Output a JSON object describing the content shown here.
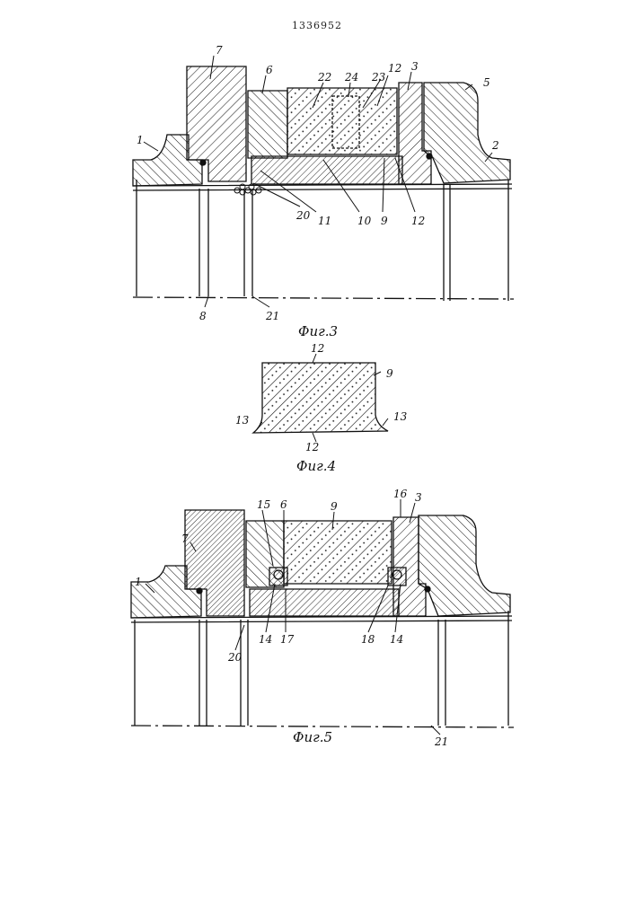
{
  "document_number": "1336952",
  "figures": {
    "fig3": {
      "caption": "Фиг.3",
      "labels": [
        "7",
        "6",
        "22",
        "24",
        "12",
        "23",
        "3",
        "5",
        "1",
        "2",
        "20",
        "11",
        "10",
        "9",
        "12",
        "8",
        "21"
      ]
    },
    "fig4": {
      "caption": "Фиг.4",
      "labels": [
        "12",
        "9",
        "13",
        "13",
        "12"
      ]
    },
    "fig5": {
      "caption": "Фиг.5",
      "labels": [
        "15",
        "6",
        "9",
        "16",
        "3",
        "7",
        "1",
        "14",
        "17",
        "18",
        "14",
        "20",
        "21"
      ]
    }
  },
  "colors": {
    "ink": "#111111",
    "paper": "#ffffff"
  }
}
